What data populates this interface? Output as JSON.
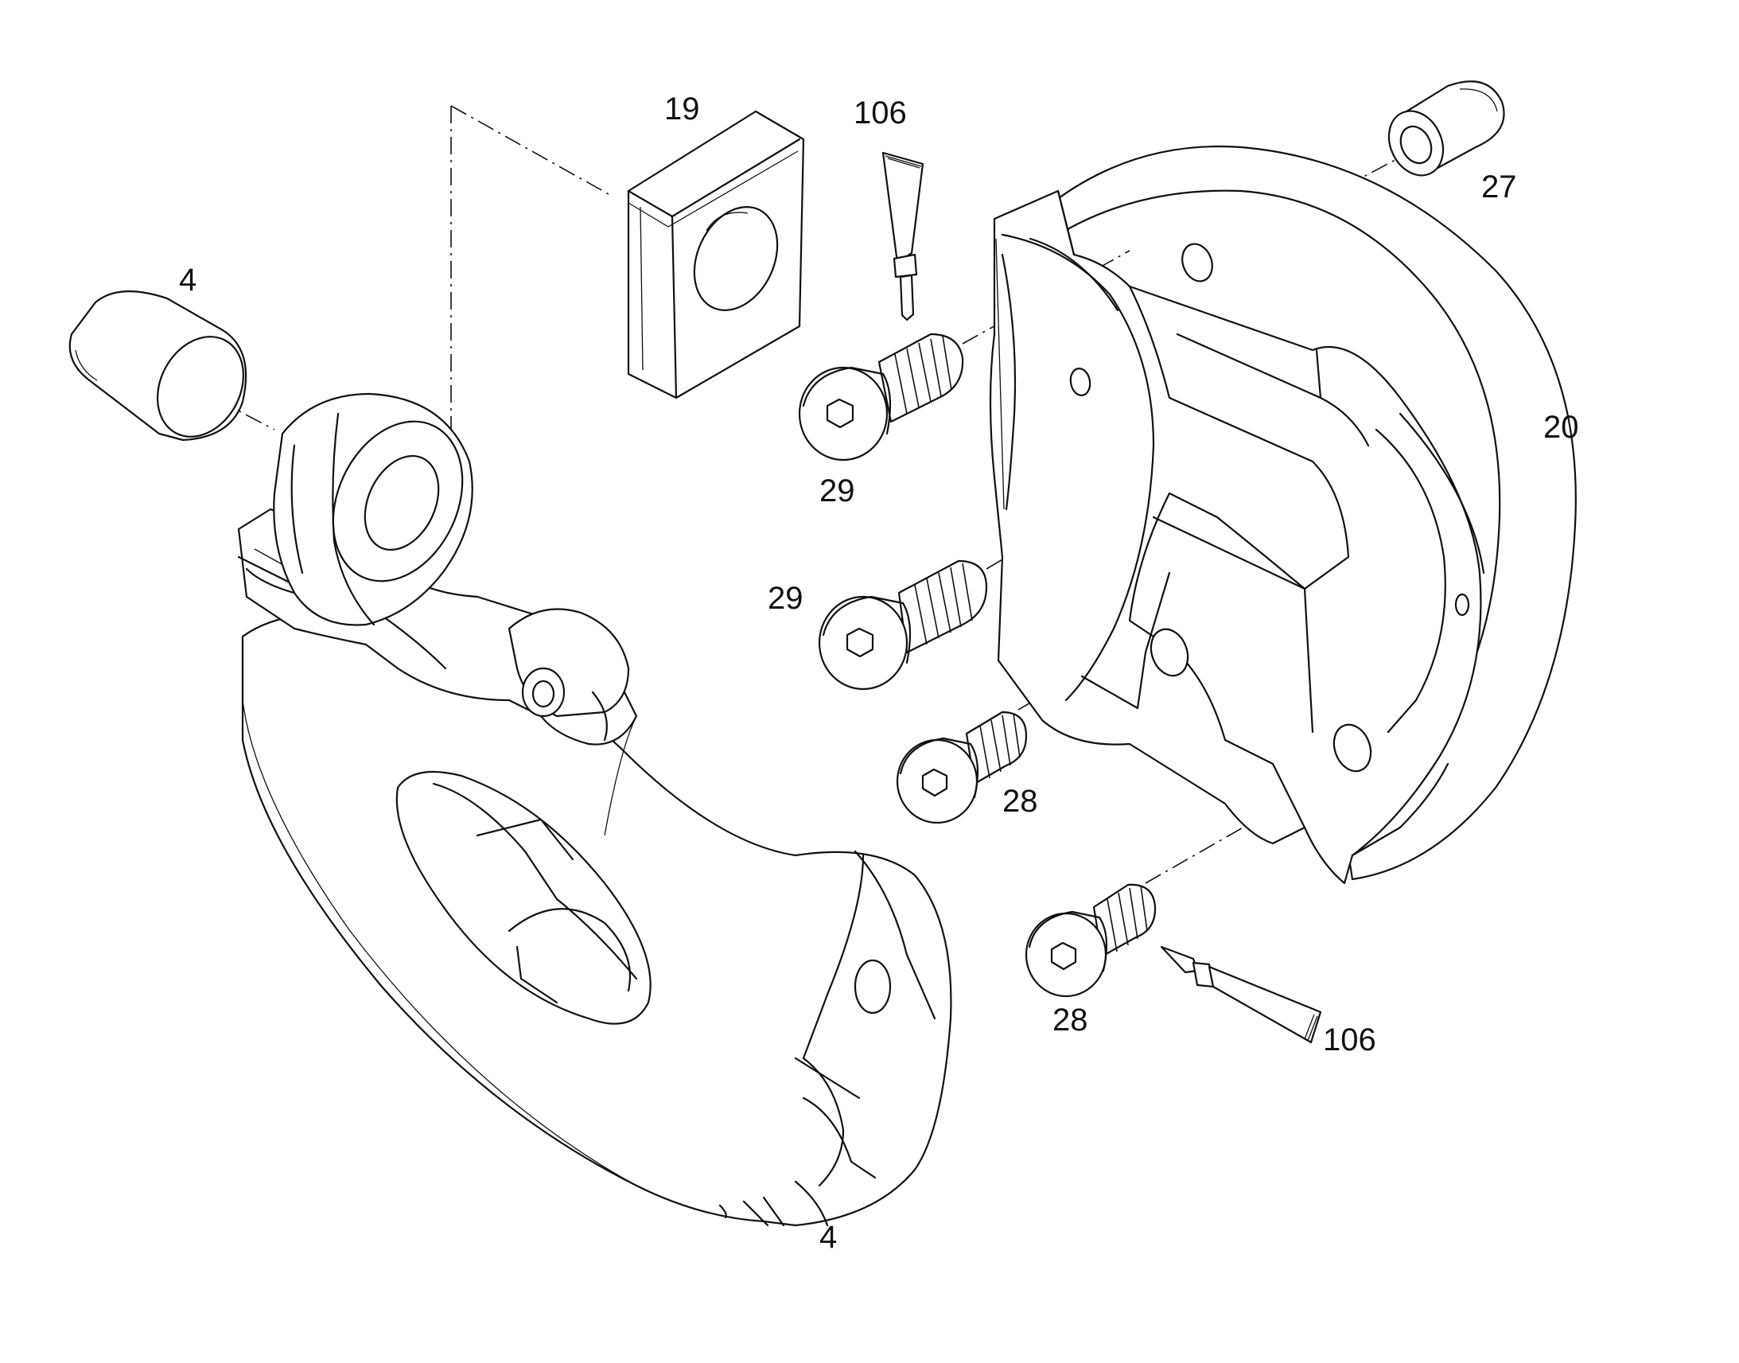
{
  "callouts": {
    "p4_top": "4",
    "p4_bottom": "4",
    "p19": "19",
    "p20": "20",
    "p27": "27",
    "p28_upper": "28",
    "p28_lower": "28",
    "p29_upper": "29",
    "p29_lower": "29",
    "p106_top": "106",
    "p106_bottom": "106"
  },
  "colors": {
    "line": "#111111",
    "background": "#ffffff"
  }
}
